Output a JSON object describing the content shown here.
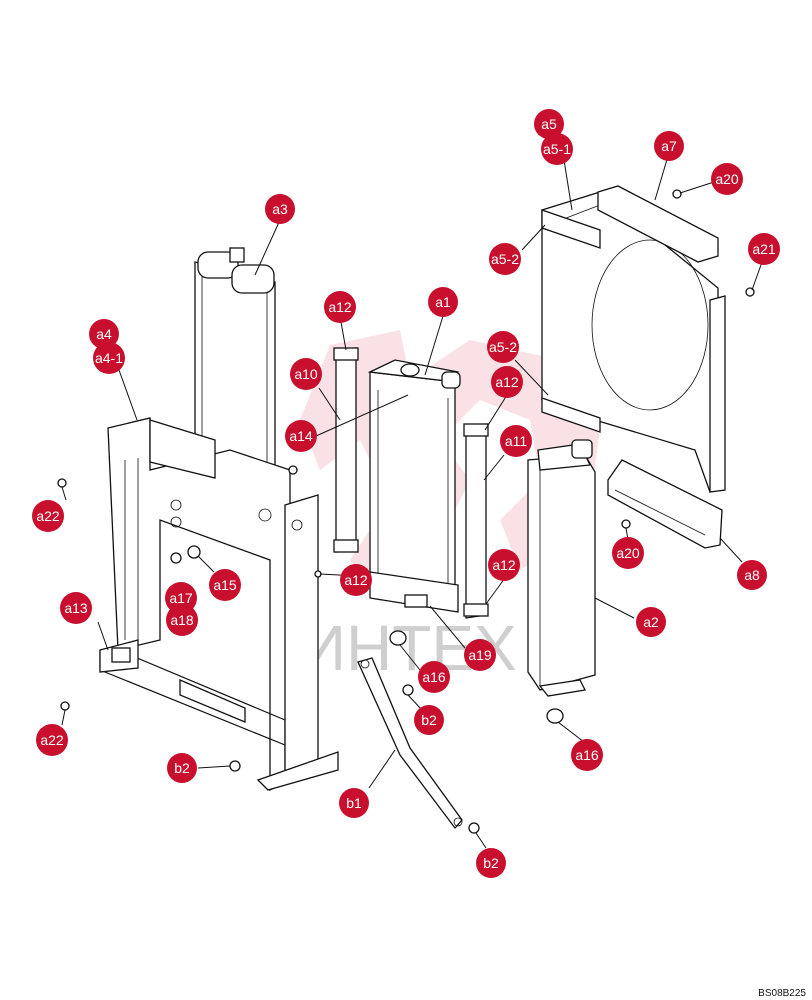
{
  "diagram": {
    "drawing_code": "BS08B225",
    "watermark_text": "ИНТЕХ",
    "colors": {
      "callout": "#c8102e",
      "line": "#111111",
      "watermark_logo": "#f6c9cf",
      "watermark_text": "#cfcfcf"
    },
    "callouts": [
      {
        "id": "c-a5",
        "label": "a5"
      },
      {
        "id": "c-a5-1",
        "label": "a5-1"
      },
      {
        "id": "c-a7",
        "label": "a7"
      },
      {
        "id": "c-a20-top",
        "label": "a20"
      },
      {
        "id": "c-a3",
        "label": "a3"
      },
      {
        "id": "c-a21",
        "label": "a21"
      },
      {
        "id": "c-a5-2-top",
        "label": "a5-2"
      },
      {
        "id": "c-a12-top",
        "label": "a12"
      },
      {
        "id": "c-a1",
        "label": "a1"
      },
      {
        "id": "c-a4",
        "label": "a4"
      },
      {
        "id": "c-a4-1",
        "label": "a4-1"
      },
      {
        "id": "c-a5-2-mid",
        "label": "a5-2"
      },
      {
        "id": "c-a10",
        "label": "a10"
      },
      {
        "id": "c-a12-mid",
        "label": "a12"
      },
      {
        "id": "c-a14",
        "label": "a14"
      },
      {
        "id": "c-a11",
        "label": "a11"
      },
      {
        "id": "c-a22-top",
        "label": "a22"
      },
      {
        "id": "c-a20-mid",
        "label": "a20"
      },
      {
        "id": "c-a8",
        "label": "a8"
      },
      {
        "id": "c-a15",
        "label": "a15"
      },
      {
        "id": "c-a12-left",
        "label": "a12"
      },
      {
        "id": "c-a12-right",
        "label": "a12"
      },
      {
        "id": "c-a17",
        "label": "a17"
      },
      {
        "id": "c-a18",
        "label": "a18"
      },
      {
        "id": "c-a13",
        "label": "a13"
      },
      {
        "id": "c-a2",
        "label": "a2"
      },
      {
        "id": "c-a19",
        "label": "a19"
      },
      {
        "id": "c-a16-mid",
        "label": "a16"
      },
      {
        "id": "c-b2-mid",
        "label": "b2"
      },
      {
        "id": "c-a22-bot",
        "label": "a22"
      },
      {
        "id": "c-a16-right",
        "label": "a16"
      },
      {
        "id": "c-b2-left",
        "label": "b2"
      },
      {
        "id": "c-b1",
        "label": "b1"
      },
      {
        "id": "c-b2-bot",
        "label": "b2"
      }
    ]
  }
}
